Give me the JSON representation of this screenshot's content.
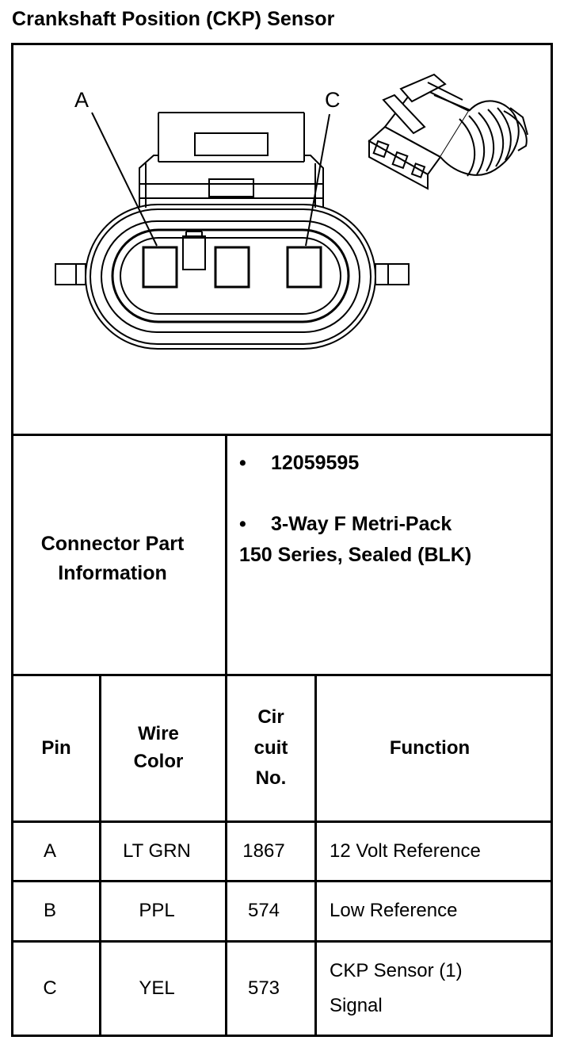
{
  "title": "Crankshaft Position (CKP) Sensor",
  "diagram": {
    "pin_labels": [
      "A",
      "C"
    ]
  },
  "connector_info": {
    "label": "Connector Part Information",
    "bullets": [
      {
        "symbol": "•",
        "text": "12059595"
      },
      {
        "symbol": "•",
        "text": "3-Way F Metri-Pack",
        "continuation": "150 Series, Sealed (BLK)"
      }
    ]
  },
  "pin_table": {
    "headers": {
      "pin": "Pin",
      "wire_color": "Wire Color",
      "circuit": "Cir cuit No.",
      "function": "Function"
    },
    "rows": [
      {
        "pin": "A",
        "wire_color": "LT GRN",
        "circuit": "1867",
        "function": "12 Volt Reference"
      },
      {
        "pin": "B",
        "wire_color": "PPL",
        "circuit": "574",
        "function": "Low Reference"
      },
      {
        "pin": "C",
        "wire_color": "YEL",
        "circuit": "573",
        "function": "CKP Sensor (1) Signal"
      }
    ]
  }
}
